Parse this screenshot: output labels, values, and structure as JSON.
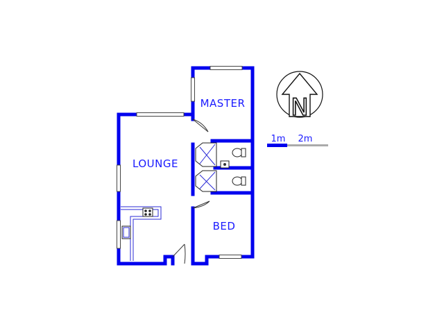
{
  "rooms": {
    "master": "MASTER",
    "lounge": "LOUNGE",
    "bed": "BED"
  },
  "scale": {
    "first": "1m",
    "second": "2m"
  },
  "compass": {
    "letter": "N",
    "icon": "north-arrow-icon"
  },
  "colors": {
    "walls": "#0000ee",
    "labels": "#1a1aff",
    "scale_primary": "#0000ee",
    "scale_secondary": "#aaaaaa"
  }
}
